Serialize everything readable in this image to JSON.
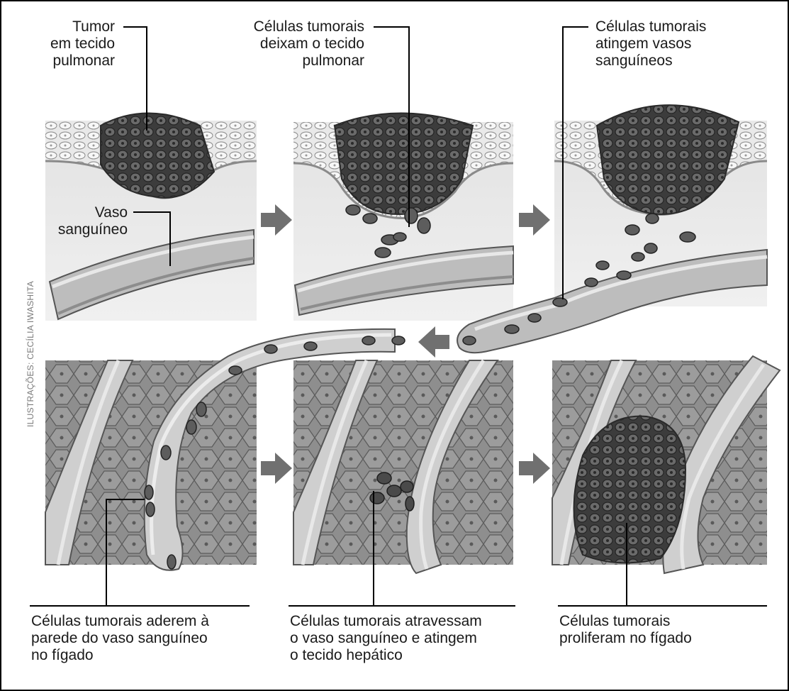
{
  "labels": {
    "tumor": [
      "Tumor",
      "em tecido",
      "pulmonar"
    ],
    "vaso": [
      "Vaso",
      "sanguíneo"
    ],
    "deixam": [
      "Células tumorais",
      "deixam o tecido",
      "pulmonar"
    ],
    "atingem_vasos": [
      "Células tumorais",
      "atingem vasos",
      "sanguíneos"
    ],
    "aderem": [
      "Células tumorais aderem à",
      "parede do vaso sanguíneo",
      "no fígado"
    ],
    "atravessam": [
      "Células tumorais atravessam",
      "o vaso sanguíneo e atingem",
      "o tecido hepático"
    ],
    "proliferam": [
      "Células tumorais",
      "proliferam  no fígado"
    ]
  },
  "credit": "ILUSTRAÇÕES: CECÍLIA IWASHITA",
  "colors": {
    "tumor_cells": "#4a4a4a",
    "lung_tissue": "#e6e6e6",
    "vessel": "#bdbdbd",
    "liver_tissue": "#8c8c8c",
    "arrow": "#707070"
  }
}
